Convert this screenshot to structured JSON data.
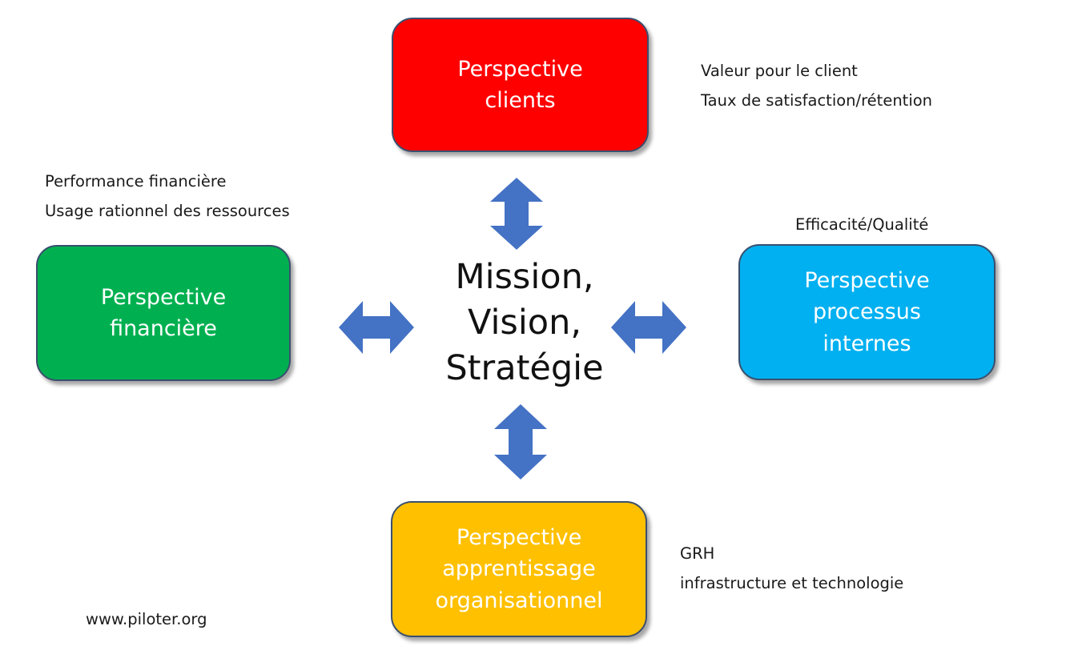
{
  "center": {
    "lines": [
      "Mission,",
      "Vision,",
      "Stratégie"
    ]
  },
  "perspectives": {
    "clients": {
      "lines": [
        "Perspective",
        "clients"
      ],
      "color": "#ff0000",
      "note": [
        "Valeur pour le client",
        "Taux de satisfaction/rétention"
      ]
    },
    "financiere": {
      "lines": [
        "Perspective",
        "financière"
      ],
      "color": "#00b050",
      "note": [
        "Performance financière",
        "Usage rationnel des ressources"
      ]
    },
    "processus": {
      "lines": [
        "Perspective",
        "processus",
        "internes"
      ],
      "color": "#00b0f0",
      "note": [
        "Efficacité/Qualité"
      ]
    },
    "apprentissage": {
      "lines": [
        "Perspective",
        "apprentissage",
        "organisationnel"
      ],
      "color": "#ffc000",
      "note": [
        "GRH",
        "infrastructure et technologie"
      ]
    }
  },
  "arrow_color": "#4472c4",
  "footer": {
    "url": "www.piloter.org"
  }
}
